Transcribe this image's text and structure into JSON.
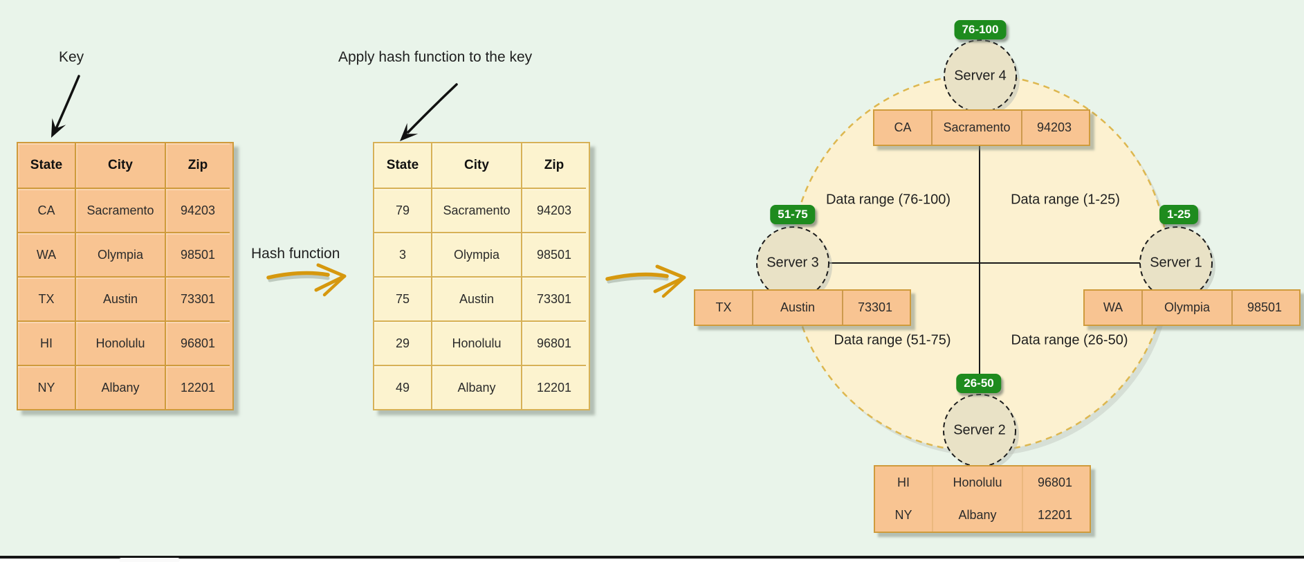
{
  "annotations": {
    "key_label": "Key",
    "apply_label": "Apply hash function to the key",
    "hash_function_label": "Hash function"
  },
  "key_table": {
    "headers": [
      "State",
      "City",
      "Zip"
    ],
    "rows": [
      [
        "CA",
        "Sacramento",
        "94203"
      ],
      [
        "WA",
        "Olympia",
        "98501"
      ],
      [
        "TX",
        "Austin",
        "73301"
      ],
      [
        "HI",
        "Honolulu",
        "96801"
      ],
      [
        "NY",
        "Albany",
        "12201"
      ]
    ]
  },
  "hashed_table": {
    "headers": [
      "State",
      "City",
      "Zip"
    ],
    "rows": [
      [
        "79",
        "Sacramento",
        "94203"
      ],
      [
        "3",
        "Olympia",
        "98501"
      ],
      [
        "75",
        "Austin",
        "73301"
      ],
      [
        "29",
        "Honolulu",
        "96801"
      ],
      [
        "49",
        "Albany",
        "12201"
      ]
    ]
  },
  "ring": {
    "servers": [
      {
        "name": "Server 4",
        "badge": "76-100",
        "position": "top"
      },
      {
        "name": "Server 1",
        "badge": "1-25",
        "position": "right"
      },
      {
        "name": "Server 2",
        "badge": "26-50",
        "position": "bottom"
      },
      {
        "name": "Server 3",
        "badge": "51-75",
        "position": "left"
      }
    ],
    "quadrants": {
      "top_left": "Data range (76-100)",
      "top_right": "Data range (1-25)",
      "bottom_left": "Data range (51-75)",
      "bottom_right": "Data range (26-50)"
    },
    "rows": {
      "top": [
        "CA",
        "Sacramento",
        "94203"
      ],
      "left": [
        "TX",
        "Austin",
        "73301"
      ],
      "right": [
        "WA",
        "Olympia",
        "98501"
      ],
      "bottom": [
        [
          "HI",
          "Honolulu",
          "96801"
        ],
        [
          "NY",
          "Albany",
          "12201"
        ]
      ]
    }
  },
  "colors": {
    "background": "#e9f4ea",
    "table_orange_fill": "#f8c492",
    "table_orange_border": "#cf9b3c",
    "table_cream_fill": "#fcf3cf",
    "table_cream_border": "#d7b156",
    "ring_fill": "#fcf1d0",
    "ring_border": "#ddb74f",
    "server_circle_fill": "#e9e2c6",
    "badge_green": "#1e8b1e",
    "badge_text": "#ffffff",
    "arrow_orange": "#d6980e",
    "arrow_black": "#111111"
  }
}
